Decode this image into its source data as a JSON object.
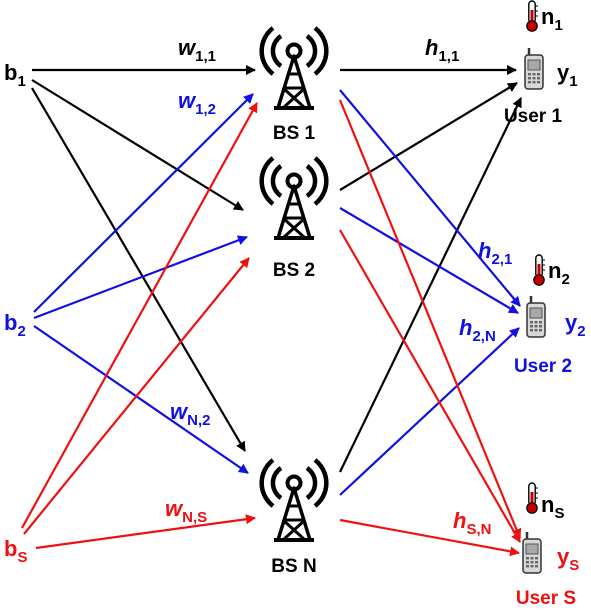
{
  "colors": {
    "black": "#000000",
    "blue": "#1010e0",
    "red": "#ee1111",
    "thermo_red": "#c40000"
  },
  "sources": {
    "b1": {
      "base": "b",
      "sub": "1"
    },
    "b2": {
      "base": "b",
      "sub": "2"
    },
    "bs": {
      "base": "b",
      "sub": "S"
    }
  },
  "base_stations": {
    "bs1": "BS 1",
    "bs2": "BS 2",
    "bsn": "BS N"
  },
  "users": {
    "u1": {
      "label": "User 1",
      "noise_base": "n",
      "noise_sub": "1",
      "out_base": "y",
      "out_sub": "1"
    },
    "u2": {
      "label": "User 2",
      "noise_base": "n",
      "noise_sub": "2",
      "out_base": "y",
      "out_sub": "2"
    },
    "us": {
      "label": "User S",
      "noise_base": "n",
      "noise_sub": "S",
      "out_base": "y",
      "out_sub": "S"
    }
  },
  "weights": {
    "w11": {
      "base": "w",
      "sub": "1,1"
    },
    "w12": {
      "base": "w",
      "sub": "1,2"
    },
    "wN2": {
      "base": "w",
      "sub": "N,2"
    },
    "wNS": {
      "base": "w",
      "sub": "N,S"
    }
  },
  "channels": {
    "h11": {
      "base": "h",
      "sub": "1,1"
    },
    "h21": {
      "base": "h",
      "sub": "2,1"
    },
    "h2N": {
      "base": "h",
      "sub": "2,N"
    },
    "hSN": {
      "base": "h",
      "sub": "S,N"
    }
  }
}
